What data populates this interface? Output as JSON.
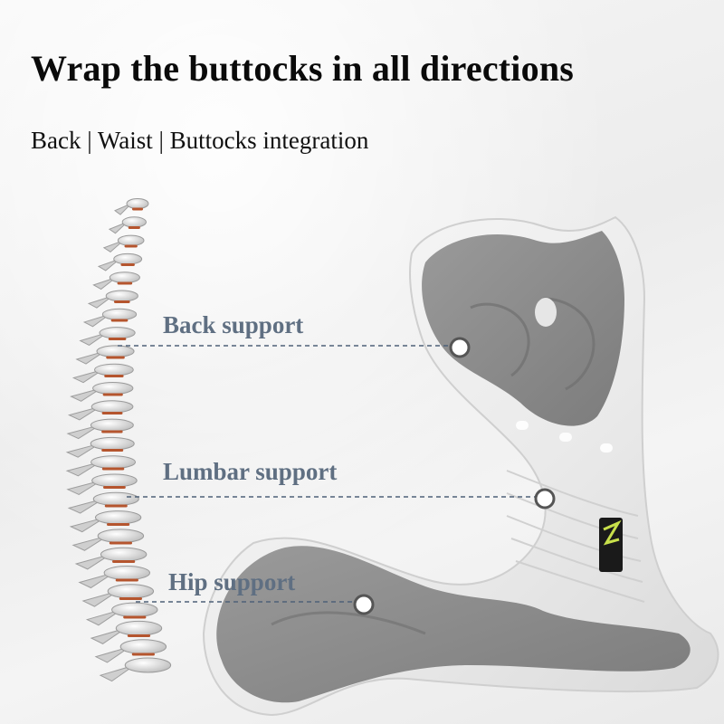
{
  "header": {
    "title": "Wrap the buttocks in all directions",
    "subtitle": "Back | Waist | Buttocks integration"
  },
  "callouts": [
    {
      "label": "Back support"
    },
    {
      "label": "Lumbar support"
    },
    {
      "label": "Hip support"
    }
  ],
  "colors": {
    "title": "#0a0a0a",
    "label": "#5f6f82",
    "leader_line": "#4e6178",
    "shell": "#f1f1f1",
    "cushion": "#8a8a8a",
    "vertebra": "#e6e6e6",
    "disc": "#b5552e"
  },
  "icons": [
    "spine-illustration",
    "cushion-illustration",
    "marker-dot-icon",
    "brand-logo"
  ]
}
